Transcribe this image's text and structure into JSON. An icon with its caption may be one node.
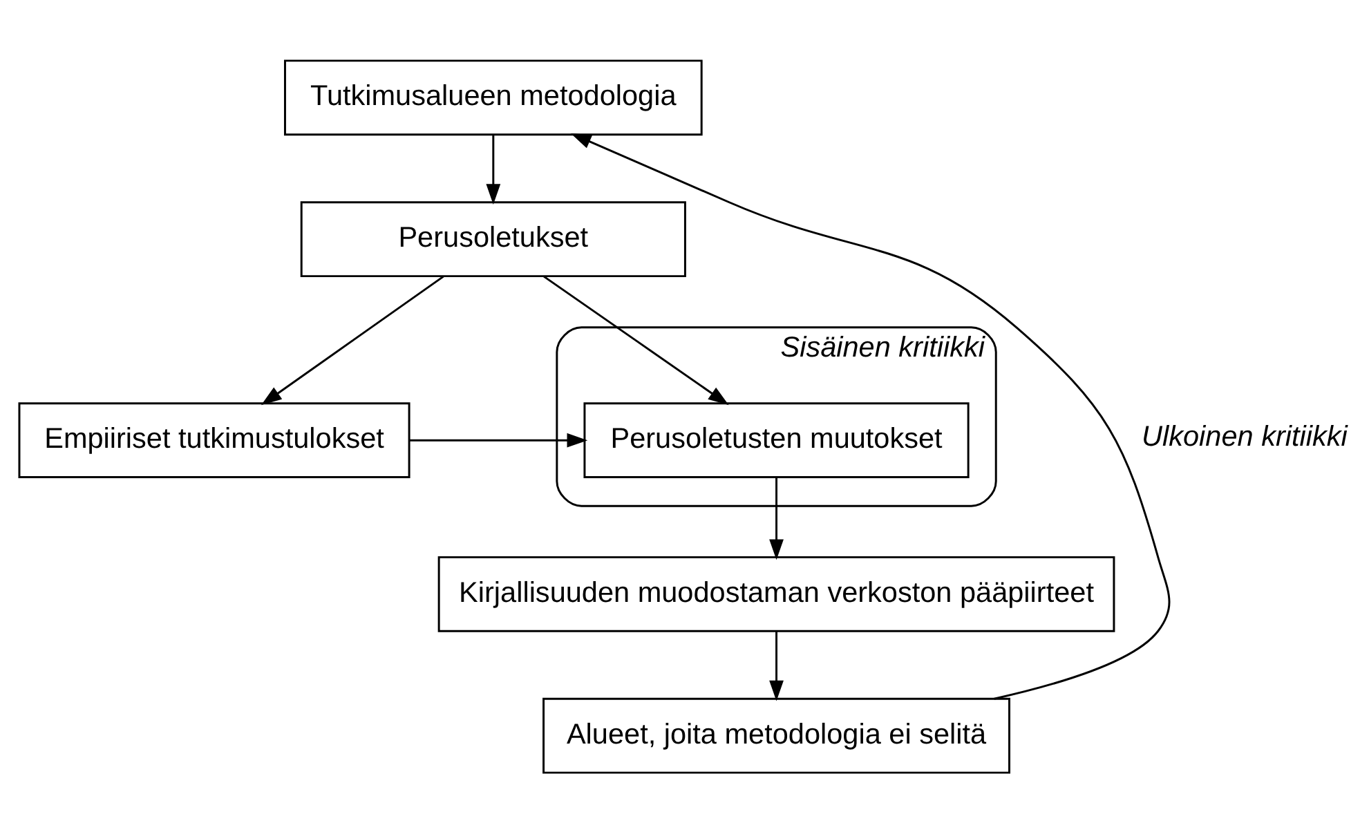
{
  "diagram": {
    "nodes": [
      {
        "text": [
          "Tutkimusalueen metodologia"
        ]
      },
      {
        "text": [
          "Perusoletukset"
        ]
      },
      {
        "text": [
          "Empiiriset tutkimustulokset"
        ]
      },
      {
        "text": [
          "Sisäinen kritiikki"
        ]
      },
      {
        "text": [
          "Perusoletusten muutokset"
        ],
        "in": 3
      },
      {
        "text": [
          "Kirjallisuuden muodostaman verkoston pääpiirteet"
        ]
      },
      {
        "text": [
          "Alueet, joita metodologia ei selitä"
        ]
      }
    ],
    "edges": [
      {
        "from": 0,
        "to": 1,
        "arrow": "to"
      },
      {
        "from": 1,
        "to": 2,
        "arrow": "to"
      },
      {
        "from": 1,
        "to": 4,
        "arrow": "to"
      },
      {
        "from": 2,
        "to": 4,
        "arrow": "to"
      },
      {
        "from": 4,
        "to": 5,
        "arrow": "to"
      },
      {
        "from": 5,
        "to": 6,
        "arrow": "to"
      },
      {
        "from": 6,
        "to": 0,
        "arrow": "to",
        "label": "Ulkoinen kritiikki"
      }
    ]
  }
}
